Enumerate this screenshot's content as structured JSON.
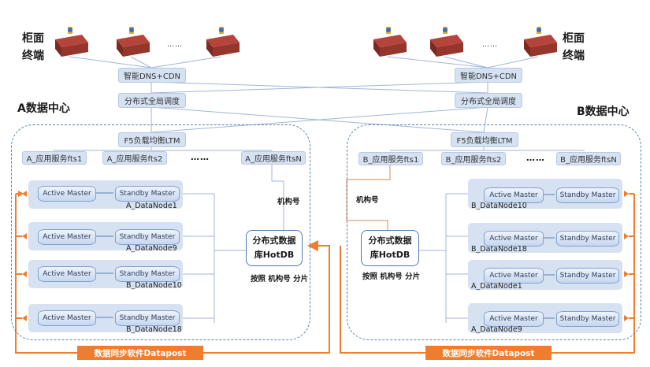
{
  "labels": {
    "terminal_left_1": "柜面",
    "terminal_left_2": "终端",
    "terminal_right_1": "柜面",
    "terminal_right_2": "终端",
    "terminal_dots_left": "……",
    "terminal_dots_right": "……",
    "dc_a": "A数据中心",
    "dc_b": "B数据中心"
  },
  "global": {
    "dns_left": "智能DNS+CDN",
    "dns_right": "智能DNS+CDN",
    "sched_left": "分布式全局调度",
    "sched_right": "分布式全局调度"
  },
  "dc_a": {
    "f5": "F5负载均衡LTM",
    "apps": [
      "A_应用服务fts1",
      "A_应用服务fts2",
      "A_应用服务ftsN"
    ],
    "apps_dots": "……",
    "org_label": "机构号",
    "hotdb_1": "分布式数据",
    "hotdb_2": "库HotDB",
    "shard_label": "按照 机构号 分片",
    "nodes": [
      {
        "active": "Active Master",
        "standby": "Standby Master",
        "name": "A_DataNode1"
      },
      {
        "active": "Active Master",
        "standby": "Standby Master",
        "name": "A_DataNode9"
      },
      {
        "active": "Active Master",
        "standby": "Standby Master",
        "name": "B_DataNode10"
      },
      {
        "active": "Active Master",
        "standby": "Standby Master",
        "name": "B_DataNode18"
      }
    ],
    "sync": "数据同步软件Datapost"
  },
  "dc_b": {
    "f5": "F5负载均衡LTM",
    "apps": [
      "B_应用服务fts1",
      "B_应用服务fts2",
      "B_应用服务ftsN"
    ],
    "apps_dots": "……",
    "org_label": "机构号",
    "hotdb_1": "分布式数据",
    "hotdb_2": "库HotDB",
    "shard_label": "按照 机构号 分片",
    "nodes": [
      {
        "active": "Active Master",
        "standby": "Standby Master",
        "name": "B_DataNode10"
      },
      {
        "active": "Active Master",
        "standby": "Standby Master",
        "name": "B_DataNode18"
      },
      {
        "active": "Active Master",
        "standby": "Standby Master",
        "name": "A_DataNode1"
      },
      {
        "active": "Active Master",
        "standby": "Standby Master",
        "name": "A_DataNode9"
      }
    ],
    "sync": "数据同步软件Datapost"
  },
  "colors": {
    "accent_orange": "#ef7d2d",
    "box_blue": "#d6e2f2",
    "line_blue": "#8aaad4",
    "dash_blue": "#5a7fb0"
  }
}
